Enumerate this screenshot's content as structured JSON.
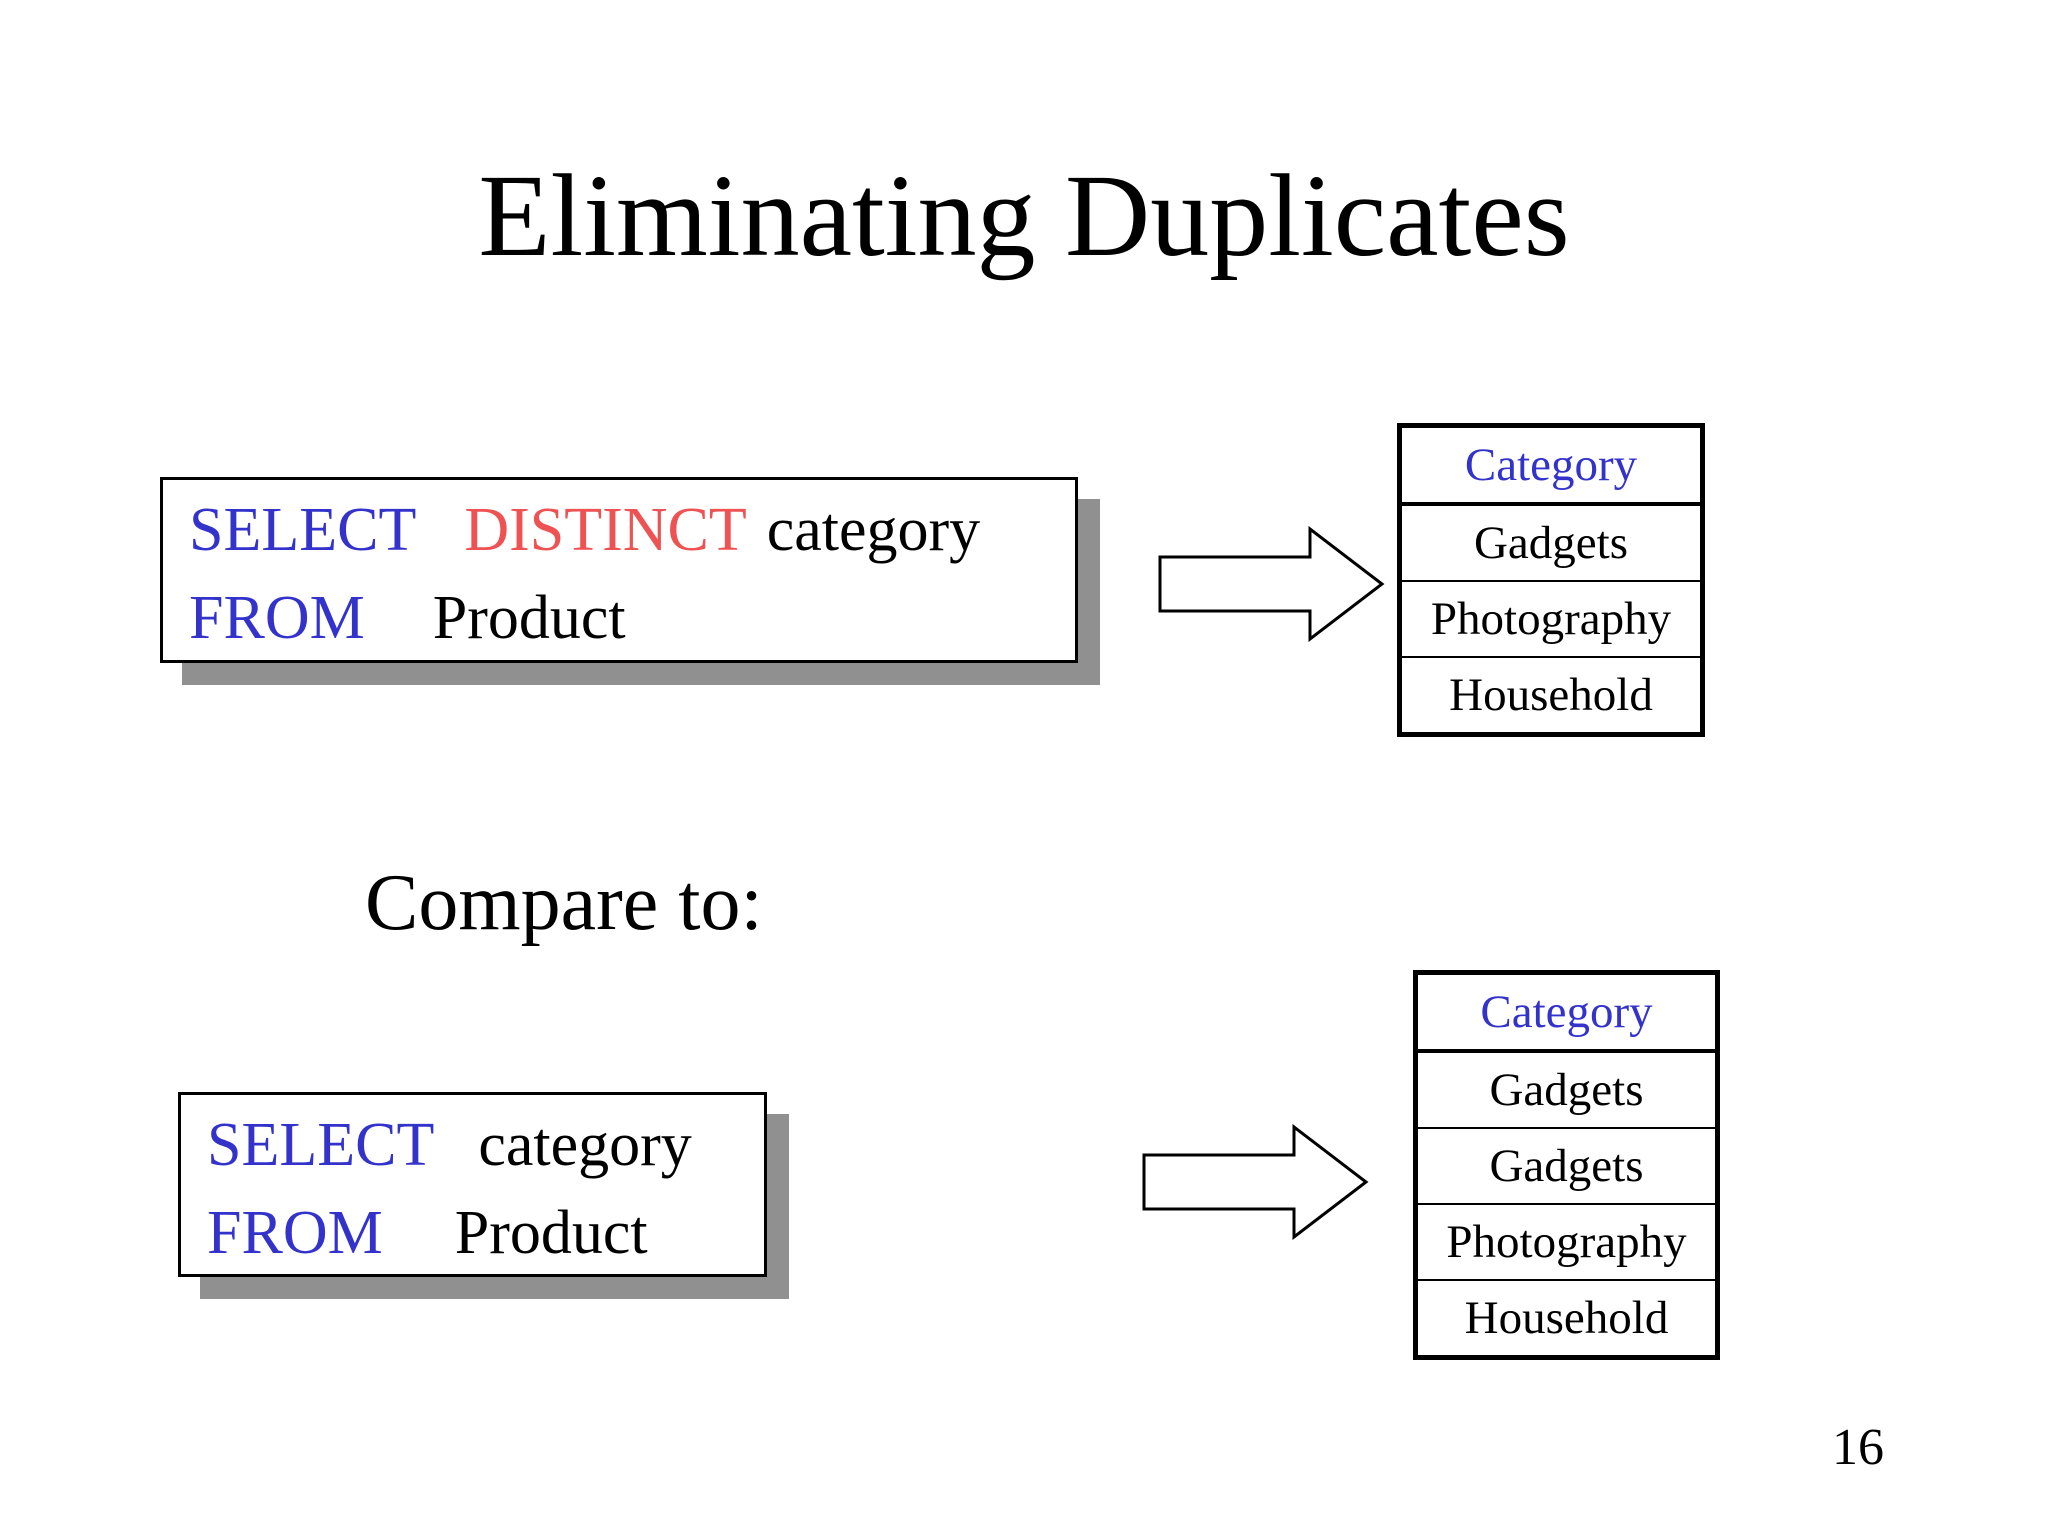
{
  "title": "Eliminating Duplicates",
  "compare_label": "Compare to:",
  "page_number": "16",
  "colors": {
    "sql_keyword_blue": "#3333cc",
    "distinct_red": "#ee5252",
    "table_header_blue": "#3333cc",
    "box_shadow_gray": "#909090",
    "border_black": "#000000",
    "background": "#ffffff"
  },
  "query1": {
    "line1": {
      "keyword": "SELECT",
      "modifier": "DISTINCT",
      "argument": "category"
    },
    "line2": {
      "keyword": "FROM",
      "argument": "Product"
    }
  },
  "query2": {
    "line1": {
      "keyword": "SELECT",
      "argument": "category"
    },
    "line2": {
      "keyword": "FROM",
      "argument": "Product"
    }
  },
  "result1": {
    "header": "Category",
    "rows": [
      "Gadgets",
      "Photography",
      "Household"
    ]
  },
  "result2": {
    "header": "Category",
    "rows": [
      "Gadgets",
      "Gadgets",
      "Photography",
      "Household"
    ]
  }
}
